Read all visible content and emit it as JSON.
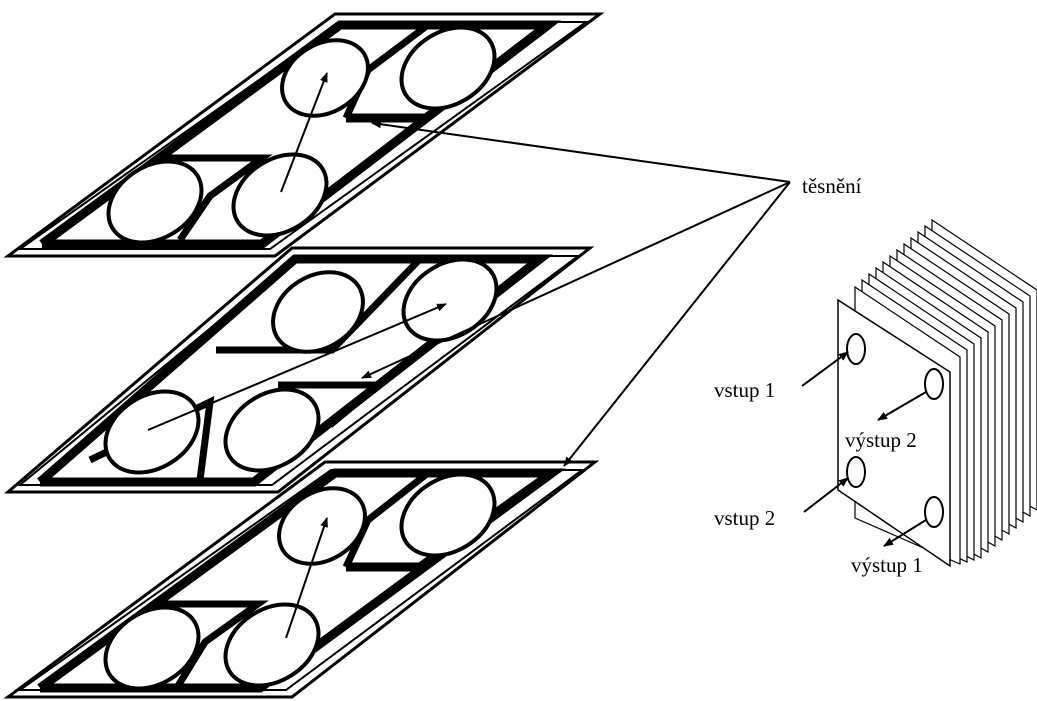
{
  "labels": {
    "gasket": "těsnění",
    "inlet1": "vstup 1",
    "outlet2": "výstup 2",
    "inlet2": "vstup 2",
    "outlet1": "výstup 1"
  },
  "colors": {
    "stroke": "#000000",
    "background": "#ffffff"
  }
}
